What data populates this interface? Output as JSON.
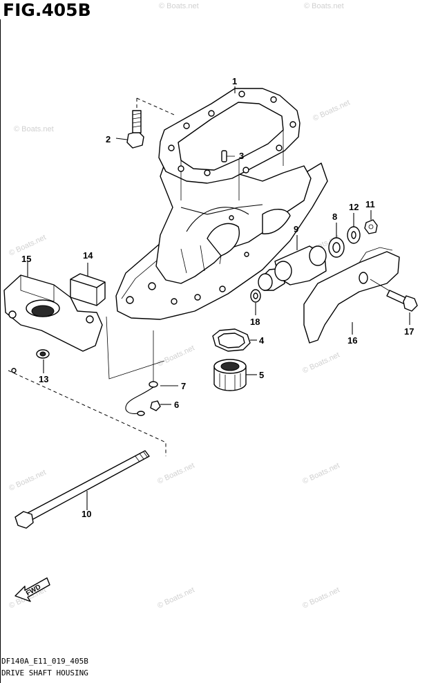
{
  "figure_title": "FIG.405B",
  "footer": {
    "code": "DF140A_E11_019_405B",
    "description": "DRIVE SHAFT HOUSING"
  },
  "watermark": "© Boats.net",
  "fwd_label": "FWD",
  "callouts": [
    {
      "number": "1",
      "part": "drive-shaft-housing"
    },
    {
      "number": "2",
      "part": "bolt"
    },
    {
      "number": "3",
      "part": "dowel-pin"
    },
    {
      "number": "4",
      "part": "gasket"
    },
    {
      "number": "5",
      "part": "bushing"
    },
    {
      "number": "6",
      "part": "bolt"
    },
    {
      "number": "7",
      "part": "ground-wire"
    },
    {
      "number": "8",
      "part": "washer"
    },
    {
      "number": "9",
      "part": "mount-rubber"
    },
    {
      "number": "10",
      "part": "stud-bolt"
    },
    {
      "number": "11",
      "part": "nut"
    },
    {
      "number": "12",
      "part": "washer"
    },
    {
      "number": "13",
      "part": "washer"
    },
    {
      "number": "14",
      "part": "rubber-pad"
    },
    {
      "number": "15",
      "part": "mount-bracket"
    },
    {
      "number": "16",
      "part": "mount-cover"
    },
    {
      "number": "17",
      "part": "bolt"
    },
    {
      "number": "18",
      "part": "washer"
    }
  ]
}
